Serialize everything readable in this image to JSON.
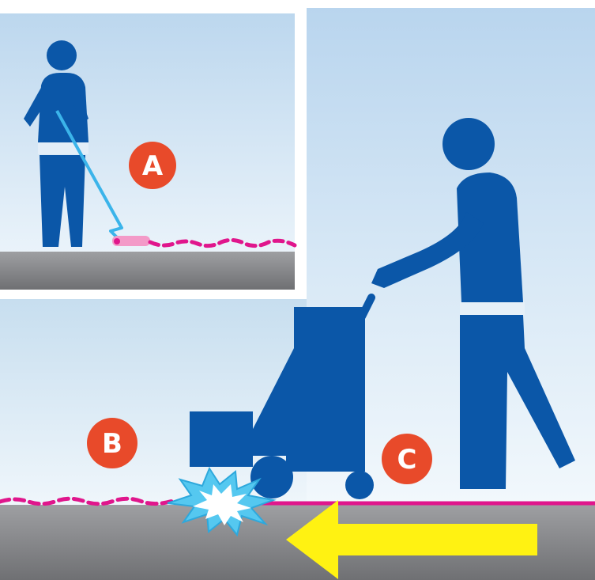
{
  "markers": {
    "a": "A",
    "b": "B",
    "c": "C"
  },
  "colors": {
    "figure_blue": "#0b57a8",
    "marker_red": "#e84a2a",
    "line_magenta": "#e0168c",
    "cloth_pink": "#f39ac8",
    "floor_gray": "#9d9d9f",
    "arrow_yellow": "#fff212",
    "spark_cyan": "#55c8f0",
    "pole_cyan": "#3bb4ea"
  }
}
